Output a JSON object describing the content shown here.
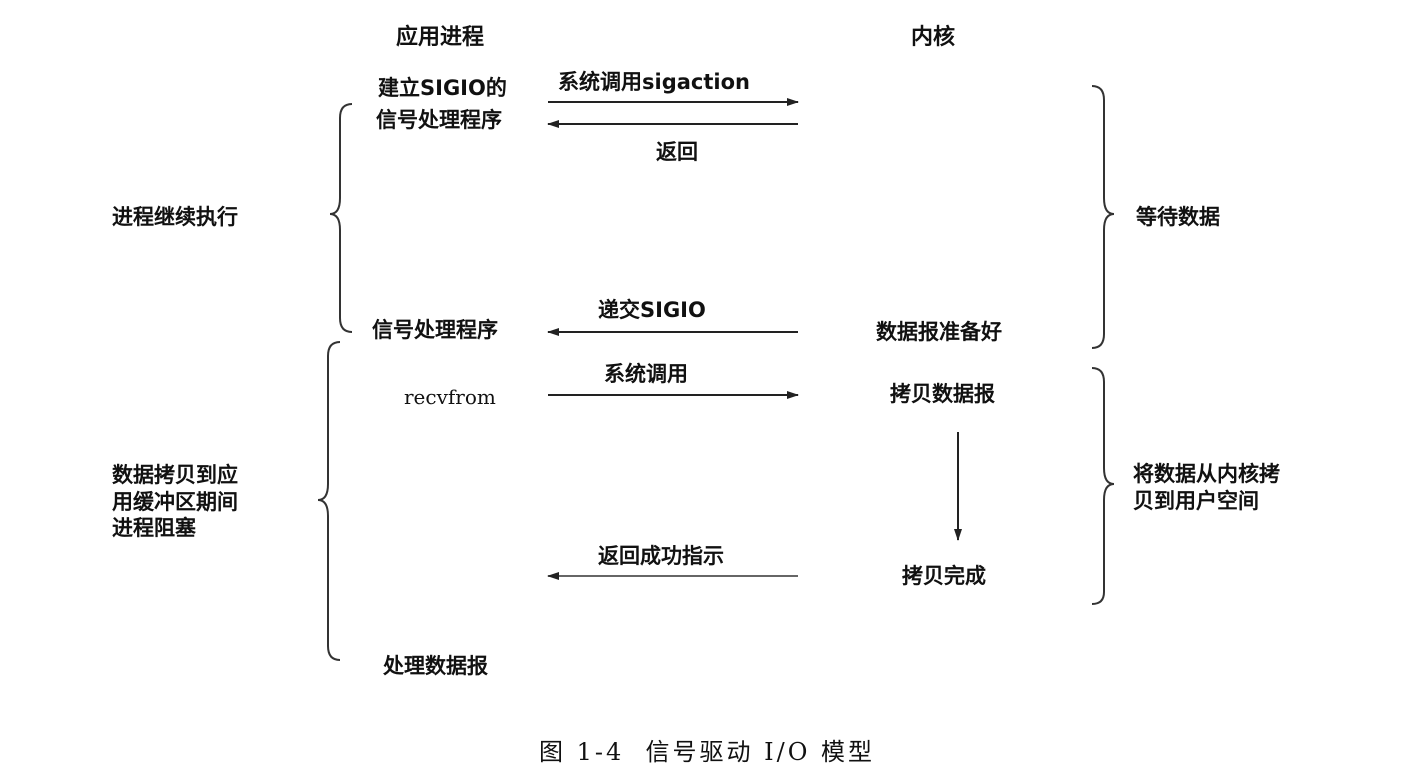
{
  "headers": {
    "app": "应用进程",
    "kernel": "内核"
  },
  "app": {
    "setup_line1": "建立SIGIO的",
    "setup_line2": "信号处理程序",
    "handler": "信号处理程序",
    "recvfrom": "recvfrom",
    "process": "处理数据报"
  },
  "arrows": {
    "sigaction": "系统调用sigaction",
    "return": "返回",
    "deliver": "递交SIGIO",
    "syscall": "系统调用",
    "success": "返回成功指示"
  },
  "kernel": {
    "ready": "数据报准备好",
    "copy": "拷贝数据报",
    "done": "拷贝完成"
  },
  "left_braces": {
    "continue": "进程继续执行",
    "blocked": "数据拷贝到应\n用缓冲区期间\n进程阻塞"
  },
  "right_braces": {
    "wait": "等待数据",
    "copy": "将数据从内核拷\n贝到用户空间"
  },
  "caption": "图 1-4  信号驱动 I/O 模型"
}
